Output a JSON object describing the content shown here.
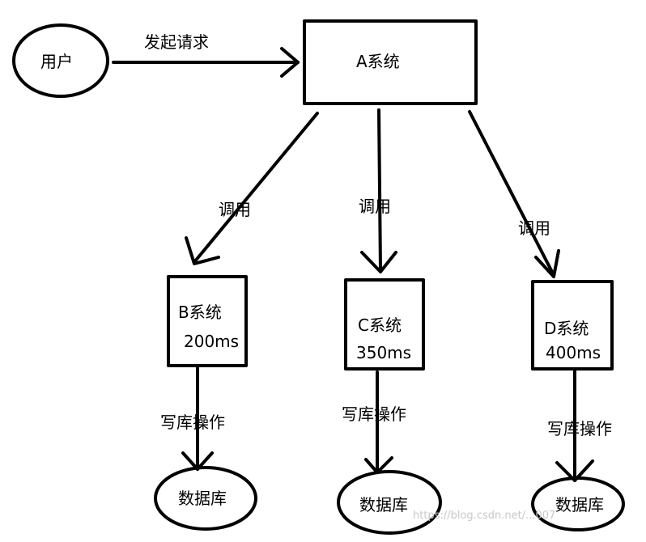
{
  "user": {
    "label": "用户"
  },
  "request": {
    "label": "发起请求"
  },
  "system_a": {
    "label": "A系统"
  },
  "calls": [
    {
      "label": "调用"
    },
    {
      "label": "调用"
    },
    {
      "label": "调用"
    }
  ],
  "systems": [
    {
      "name": "B系统",
      "time": "200ms"
    },
    {
      "name": "C系统",
      "time": "350ms"
    },
    {
      "name": "D系统",
      "time": "400ms"
    }
  ],
  "writes": [
    {
      "label": "写库操作"
    },
    {
      "label": "写库操作"
    },
    {
      "label": "写库操作"
    }
  ],
  "databases": [
    {
      "label": "数据库"
    },
    {
      "label": "数据库"
    },
    {
      "label": "数据库"
    }
  ],
  "watermark": "https://blog.csdn.net/...007",
  "colors": {
    "stroke": "#000000",
    "background": "#ffffff",
    "watermark": "#c8c8c8"
  }
}
